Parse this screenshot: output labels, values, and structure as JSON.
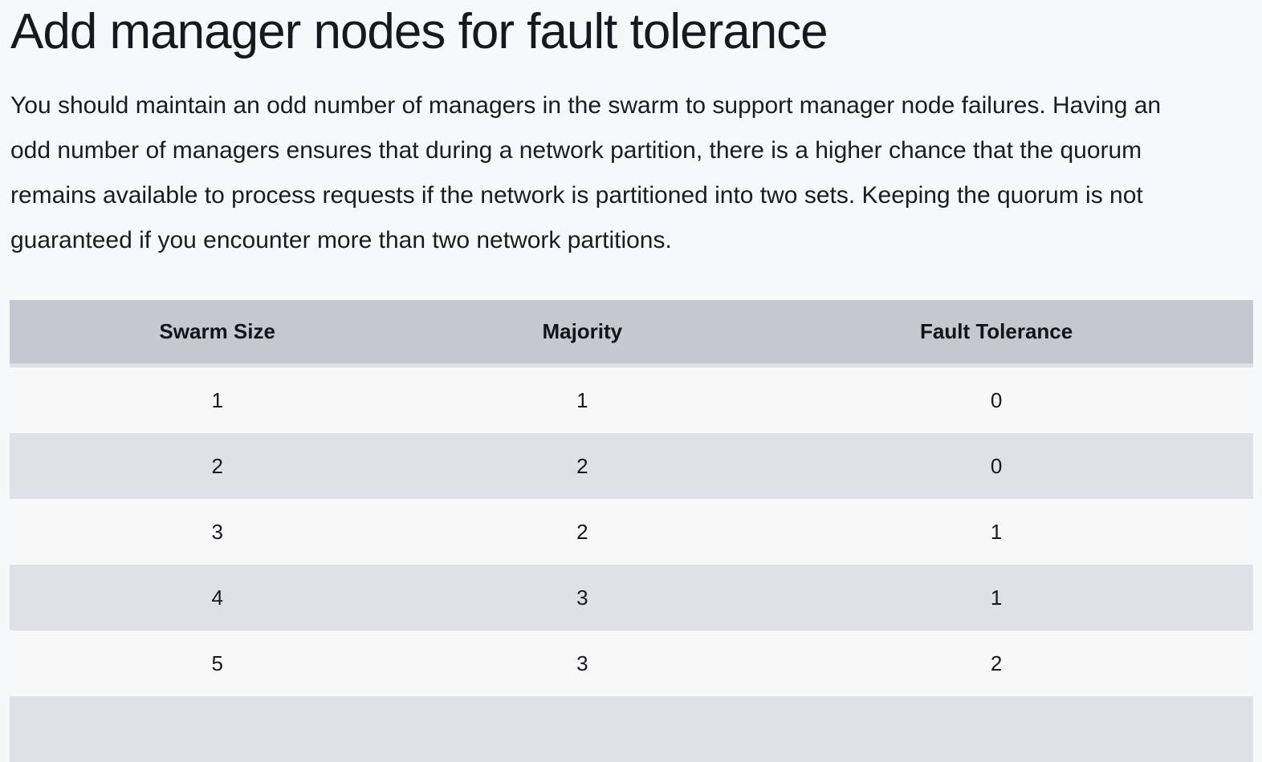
{
  "article": {
    "heading": "Add manager nodes for fault tolerance",
    "intro_text": "You should maintain an odd number of managers in the swarm to support manager node failures. Having an odd number of managers ensures that during a network partition, there is a higher chance that the quorum remains available to process requests if the network is partitioned into two sets. Keeping the quorum is not guaranteed if you encounter more than two network partitions.",
    "intro_lines": [
      "You should maintain an odd number of managers in the swarm to support manager node failures. Having an",
      "odd number of managers ensures that during a network partition, there is a higher chance that the quorum",
      "remains available to process requests if the network is partitioned into two sets. Keeping the quorum is not",
      "guaranteed if you encounter more than two network partitions."
    ]
  },
  "table": {
    "columns": [
      "Swarm Size",
      "Majority",
      "Fault Tolerance"
    ],
    "rows": [
      {
        "cells": [
          {
            "text": "1",
            "bold": false
          },
          {
            "text": "1",
            "bold": false
          },
          {
            "text": "0",
            "bold": false
          }
        ]
      },
      {
        "cells": [
          {
            "text": "2",
            "bold": false
          },
          {
            "text": "2",
            "bold": false
          },
          {
            "text": "0",
            "bold": false
          }
        ]
      },
      {
        "cells": [
          {
            "text": "3",
            "bold": true
          },
          {
            "text": "2",
            "bold": false
          },
          {
            "text": "1",
            "bold": true
          }
        ]
      },
      {
        "cells": [
          {
            "text": "4",
            "bold": false
          },
          {
            "text": "3",
            "bold": false
          },
          {
            "text": "1",
            "bold": false
          }
        ]
      },
      {
        "cells": [
          {
            "text": "5",
            "bold": true
          },
          {
            "text": "3",
            "bold": false
          },
          {
            "text": "2",
            "bold": true
          }
        ]
      },
      {
        "cells": [
          {
            "text": "",
            "bold": false
          },
          {
            "text": "",
            "bold": false
          },
          {
            "text": "",
            "bold": false
          }
        ],
        "partial_visible": true
      }
    ]
  },
  "colors": {
    "page_bg": "#f7f8f9",
    "text": "#1a1c21",
    "heading_text": "#17191e",
    "table_header_bg": "#c5c8d0",
    "table_header_border": "#dee0e6",
    "row_even_bg": "#e0e1e6",
    "row_odd_bg": "#f8f8f9"
  }
}
